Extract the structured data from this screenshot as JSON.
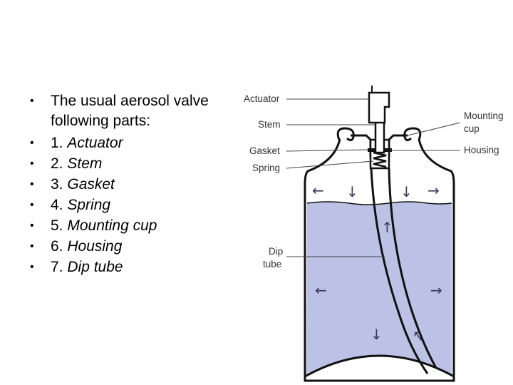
{
  "intro": {
    "line1": "The usual aerosol valve",
    "line2": "following parts:"
  },
  "parts": [
    {
      "num": "1. ",
      "name": "Actuator"
    },
    {
      "num": "2. ",
      "name": "Stem"
    },
    {
      "num": "3. ",
      "name": "Gasket"
    },
    {
      "num": "4. ",
      "name": "Spring"
    },
    {
      "num": "5. ",
      "name": "Mounting cup"
    },
    {
      "num": "6. ",
      "name": "Housing"
    },
    {
      "num": "7. ",
      "name": "Dip tube"
    }
  ],
  "bullet_glyph": "•",
  "diagram": {
    "labels": {
      "actuator": "Actuator",
      "stem": "Stem",
      "gasket": "Gasket",
      "spring": "Spring",
      "mounting_line1": "Mounting",
      "mounting_line2": "cup",
      "housing": "Housing",
      "dip_line1": "Dip",
      "dip_line2": "tube"
    },
    "colors": {
      "liquid": "#bcc1e6",
      "outline": "#111111",
      "leader": "#444444"
    }
  }
}
